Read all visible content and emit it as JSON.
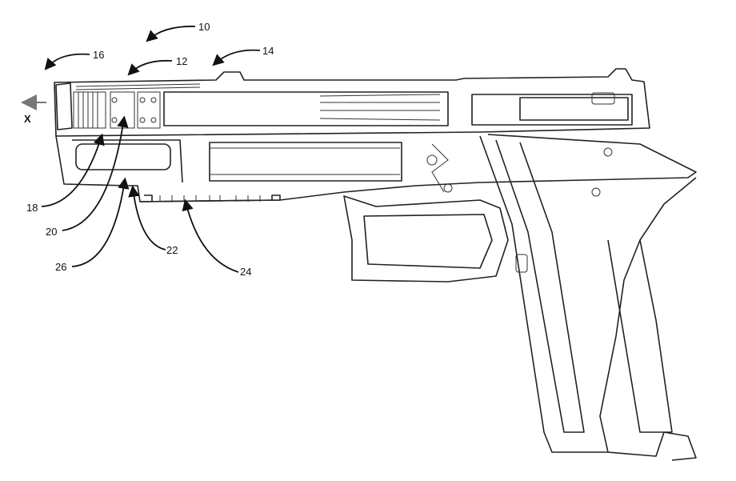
{
  "figure": {
    "reference_numerals": [
      {
        "id": "10",
        "text": "10"
      },
      {
        "id": "12",
        "text": "12"
      },
      {
        "id": "14",
        "text": "14"
      },
      {
        "id": "16",
        "text": "16"
      },
      {
        "id": "18",
        "text": "18"
      },
      {
        "id": "20",
        "text": "20"
      },
      {
        "id": "22",
        "text": "22"
      },
      {
        "id": "24",
        "text": "24"
      },
      {
        "id": "26",
        "text": "26"
      }
    ],
    "axis_label": "X"
  }
}
